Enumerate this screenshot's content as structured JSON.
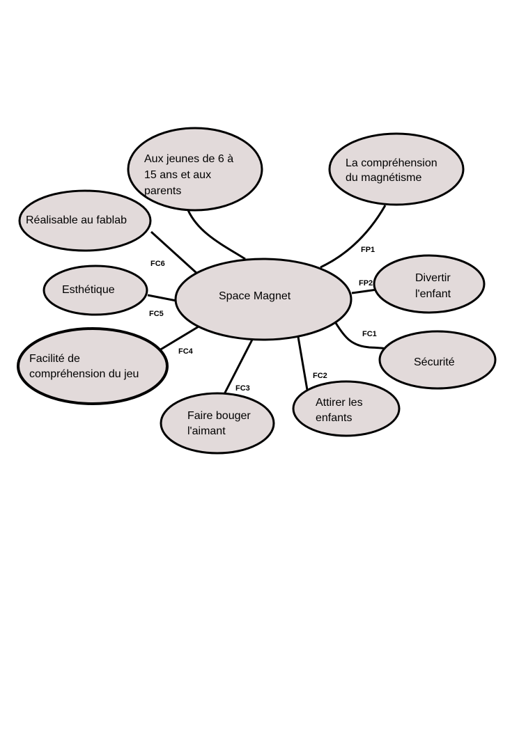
{
  "center": {
    "label": "Space Magnet"
  },
  "nodes": {
    "aux_jeunes": {
      "lines": [
        "Aux jeunes de 6 à",
        "15 ans et  aux",
        "parents"
      ]
    },
    "comprehension": {
      "lines": [
        "La compréhension",
        "du magnétisme"
      ],
      "function": "FP1"
    },
    "divertir": {
      "lines": [
        "Divertir",
        "l'enfant"
      ],
      "function": "FP2"
    },
    "securite": {
      "lines": [
        "Sécurité"
      ],
      "function": "FC1"
    },
    "attirer": {
      "lines": [
        "Attirer les",
        "enfants"
      ],
      "function": "FC2"
    },
    "faire_bouger": {
      "lines": [
        "Faire bouger",
        "l'aimant"
      ],
      "function": "FC3"
    },
    "facilite": {
      "lines": [
        "Facilité  de",
        "compréhension du jeu"
      ],
      "function": "FC4"
    },
    "esthetique": {
      "lines": [
        "Esthétique"
      ],
      "function": "FC5"
    },
    "realisable": {
      "lines": [
        "Réalisable au fablab"
      ],
      "function": "FC6"
    }
  },
  "colors": {
    "node_fill": "#e2dada",
    "stroke": "#000000"
  }
}
